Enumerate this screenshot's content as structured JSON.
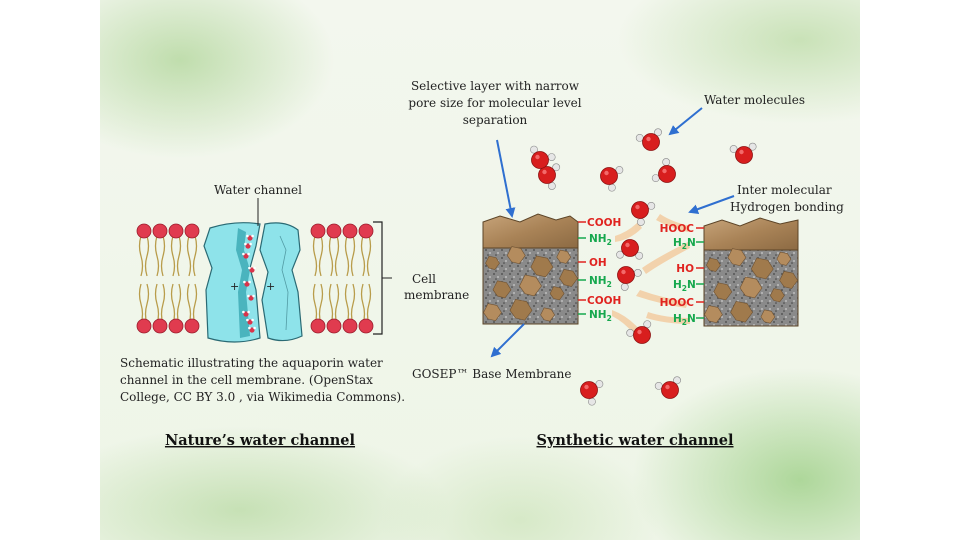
{
  "left_panel": {
    "water_channel_label": "Water channel",
    "cell_membrane_label": [
      "Cell",
      "membrane"
    ],
    "plus_sign": "+",
    "caption_lines": [
      "Schematic illustrating the aquaporin water",
      "channel in the cell membrane. (OpenStax",
      "College, CC BY 3.0 , via Wikimedia Commons)."
    ],
    "title": "Nature’s water channel"
  },
  "right_panel": {
    "selective_layer_label": [
      "Selective layer with narrow",
      "pore size for molecular level",
      "separation"
    ],
    "water_molecules_label": "Water molecules",
    "hbond_label": [
      "Inter molecular",
      "Hydrogen bonding"
    ],
    "base_membrane_label": "GOSEP™ Base Membrane",
    "title": "Synthetic water channel",
    "left_groups": {
      "g1": "COOH",
      "g2_main": "NH",
      "g2_sub": "2",
      "g3": "OH",
      "g4_main": "NH",
      "g4_sub": "2",
      "g5": "COOH",
      "g6_main": "NH",
      "g6_sub": "2"
    },
    "right_groups": {
      "g1": "HOOC",
      "g2_main": "H",
      "g2_sub": "2",
      "g2_end": "N",
      "g3": "HO",
      "g4_main": "H",
      "g4_sub": "2",
      "g4_end": "N",
      "g5": "HOOC",
      "g6_main": "H",
      "g6_sub": "2",
      "g6_end": "N"
    }
  },
  "colors": {
    "oxygen": "#d81e1e",
    "hydrogen": "#e6e6e6",
    "channel": "#8ee3ea",
    "arrow": "#2f6fd0",
    "acid_group": "#e0231f",
    "amine_group": "#16a84e"
  }
}
